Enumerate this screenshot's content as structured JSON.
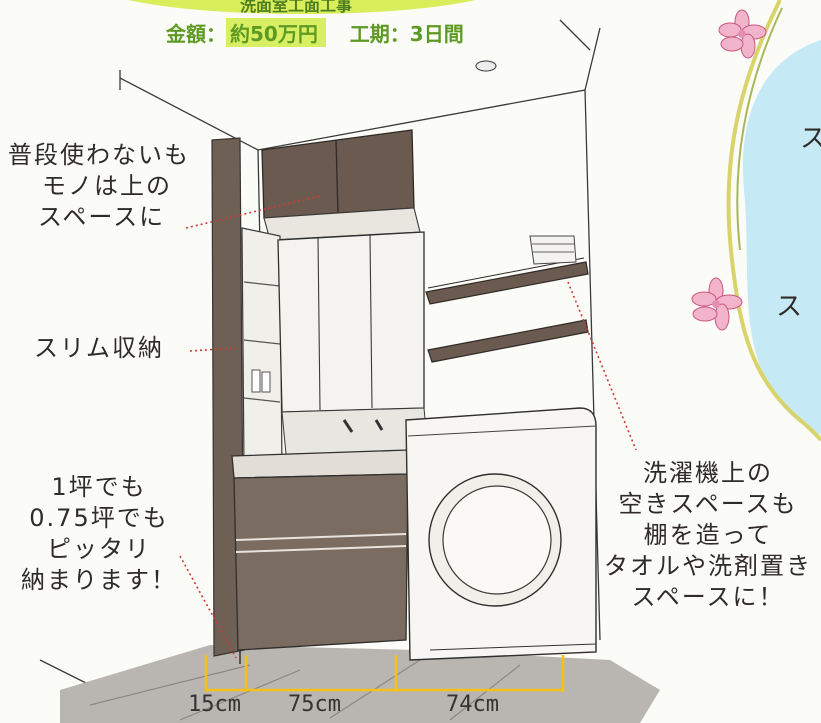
{
  "header": {
    "title_partial": "洗面室工面工事",
    "amount_label": "金額",
    "amount_value": "約50万円",
    "period_label": "工期",
    "period_value": "3日間",
    "separator": "："
  },
  "notes": {
    "top_storage": [
      "普段使わないも",
      "モノは上の",
      "スペースに"
    ],
    "slim_storage": "スリム収納",
    "fit": [
      "1坪でも",
      "0.75坪でも",
      "ピッタリ",
      "納まります！"
    ],
    "shelf": [
      "洗濯機上の",
      "空きスペースも",
      "棚を造って",
      "タオルや洗剤置き",
      "スペースに！"
    ]
  },
  "dimensions": {
    "d1": "15cm",
    "d2": "75cm",
    "d3": "74cm"
  },
  "right_panel_fragments": [
    "ス",
    "ス"
  ],
  "colors": {
    "accent_green": "#5e9a23",
    "highlight": "#d9ef63",
    "annotation_red": "#d23a32",
    "dimension_yellow": "#f2c21b",
    "wood": "#6b5a4f",
    "sky": "#c6e9f6",
    "flower_pink": "#e58fb0"
  }
}
